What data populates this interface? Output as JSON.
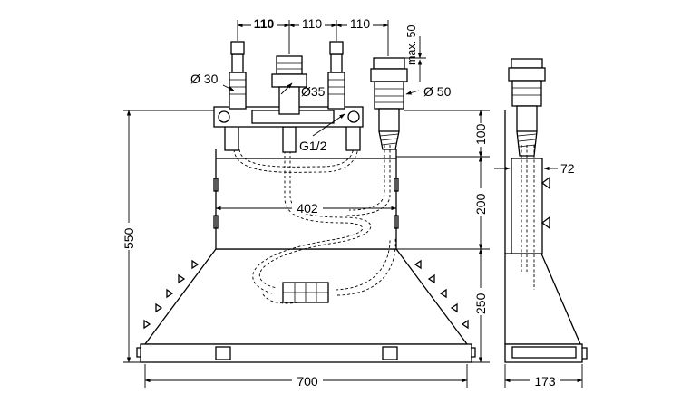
{
  "front_view": {
    "dims": {
      "spacing_1": "110",
      "spacing_2": "110",
      "spacing_3": "110",
      "max_height": "max. 50",
      "dia_30": "Ø 30",
      "dia_35": "Ø35",
      "dia_50": "Ø 50",
      "thread": "G1/2",
      "height_100": "100",
      "height_200": "200",
      "height_250": "250",
      "height_total": "550",
      "width_inner": "402",
      "width_total": "700"
    }
  },
  "side_view": {
    "dims": {
      "depth_72": "72",
      "depth_total": "173"
    }
  }
}
